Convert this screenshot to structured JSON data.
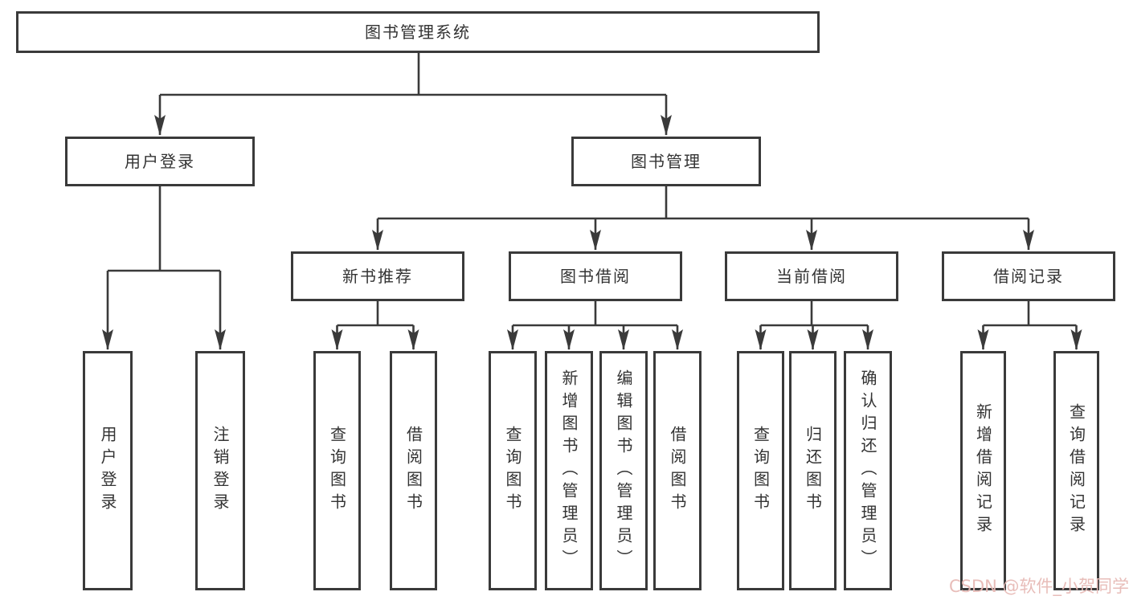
{
  "tree": {
    "label": "图书管理系统",
    "children": [
      {
        "label": "用户登录",
        "children": [
          {
            "label": "用户登录"
          },
          {
            "label": "注销登录"
          }
        ]
      },
      {
        "label": "图书管理",
        "children": [
          {
            "label": "新书推荐",
            "children": [
              {
                "label": "查询图书"
              },
              {
                "label": "借阅图书"
              }
            ]
          },
          {
            "label": "图书借阅",
            "children": [
              {
                "label": "查询图书"
              },
              {
                "label": "新增图书（管理员）"
              },
              {
                "label": "编辑图书（管理员）"
              },
              {
                "label": "借阅图书"
              }
            ]
          },
          {
            "label": "当前借阅",
            "children": [
              {
                "label": "查询图书"
              },
              {
                "label": "归还图书"
              },
              {
                "label": "确认归还（管理员）"
              }
            ]
          },
          {
            "label": "借阅记录",
            "children": [
              {
                "label": "新增借阅记录"
              },
              {
                "label": "查询借阅记录"
              }
            ]
          }
        ]
      }
    ]
  },
  "watermark": "CSDN @软件_小贺同学",
  "colors": {
    "line": "#3a3a3a",
    "text": "#333333",
    "box_background": "#ffffff",
    "watermark": "#e7bab6"
  }
}
